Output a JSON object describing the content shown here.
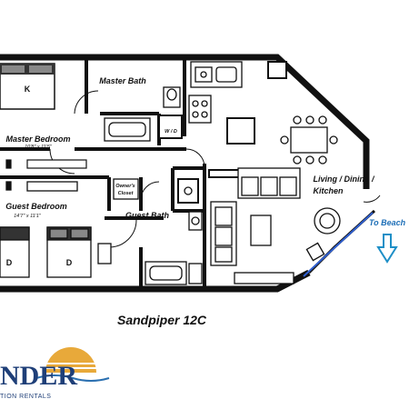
{
  "rooms": {
    "king_bed": "K",
    "master_bath": "Master Bath",
    "master_bedroom": "Master Bedroom",
    "master_bedroom_dim": "10'8\" x 11'5\"",
    "washer_dryer": "W / D",
    "owners_closet_line1": "Owner's",
    "owners_closet_line2": "Closet",
    "guest_bedroom": "Guest Bedroom",
    "guest_bedroom_dim": "14'7\" x 11'1\"",
    "guest_bath": "Guest Bath",
    "double_bed_1": "D",
    "double_bed_2": "D",
    "living_line1": "Living / Dining /",
    "living_line2": "Kitchen"
  },
  "direction": {
    "beach": "To Beach"
  },
  "unit_title": "Sandpiper 12C",
  "logo": {
    "name": "NDER",
    "tagline": "TION RENTALS"
  },
  "colors": {
    "wall": "#111111",
    "window": "#2f5fd0",
    "arrow": "#1e8fc7",
    "logo_sun": "#e8a93a",
    "logo_water": "#2a6fb0"
  }
}
